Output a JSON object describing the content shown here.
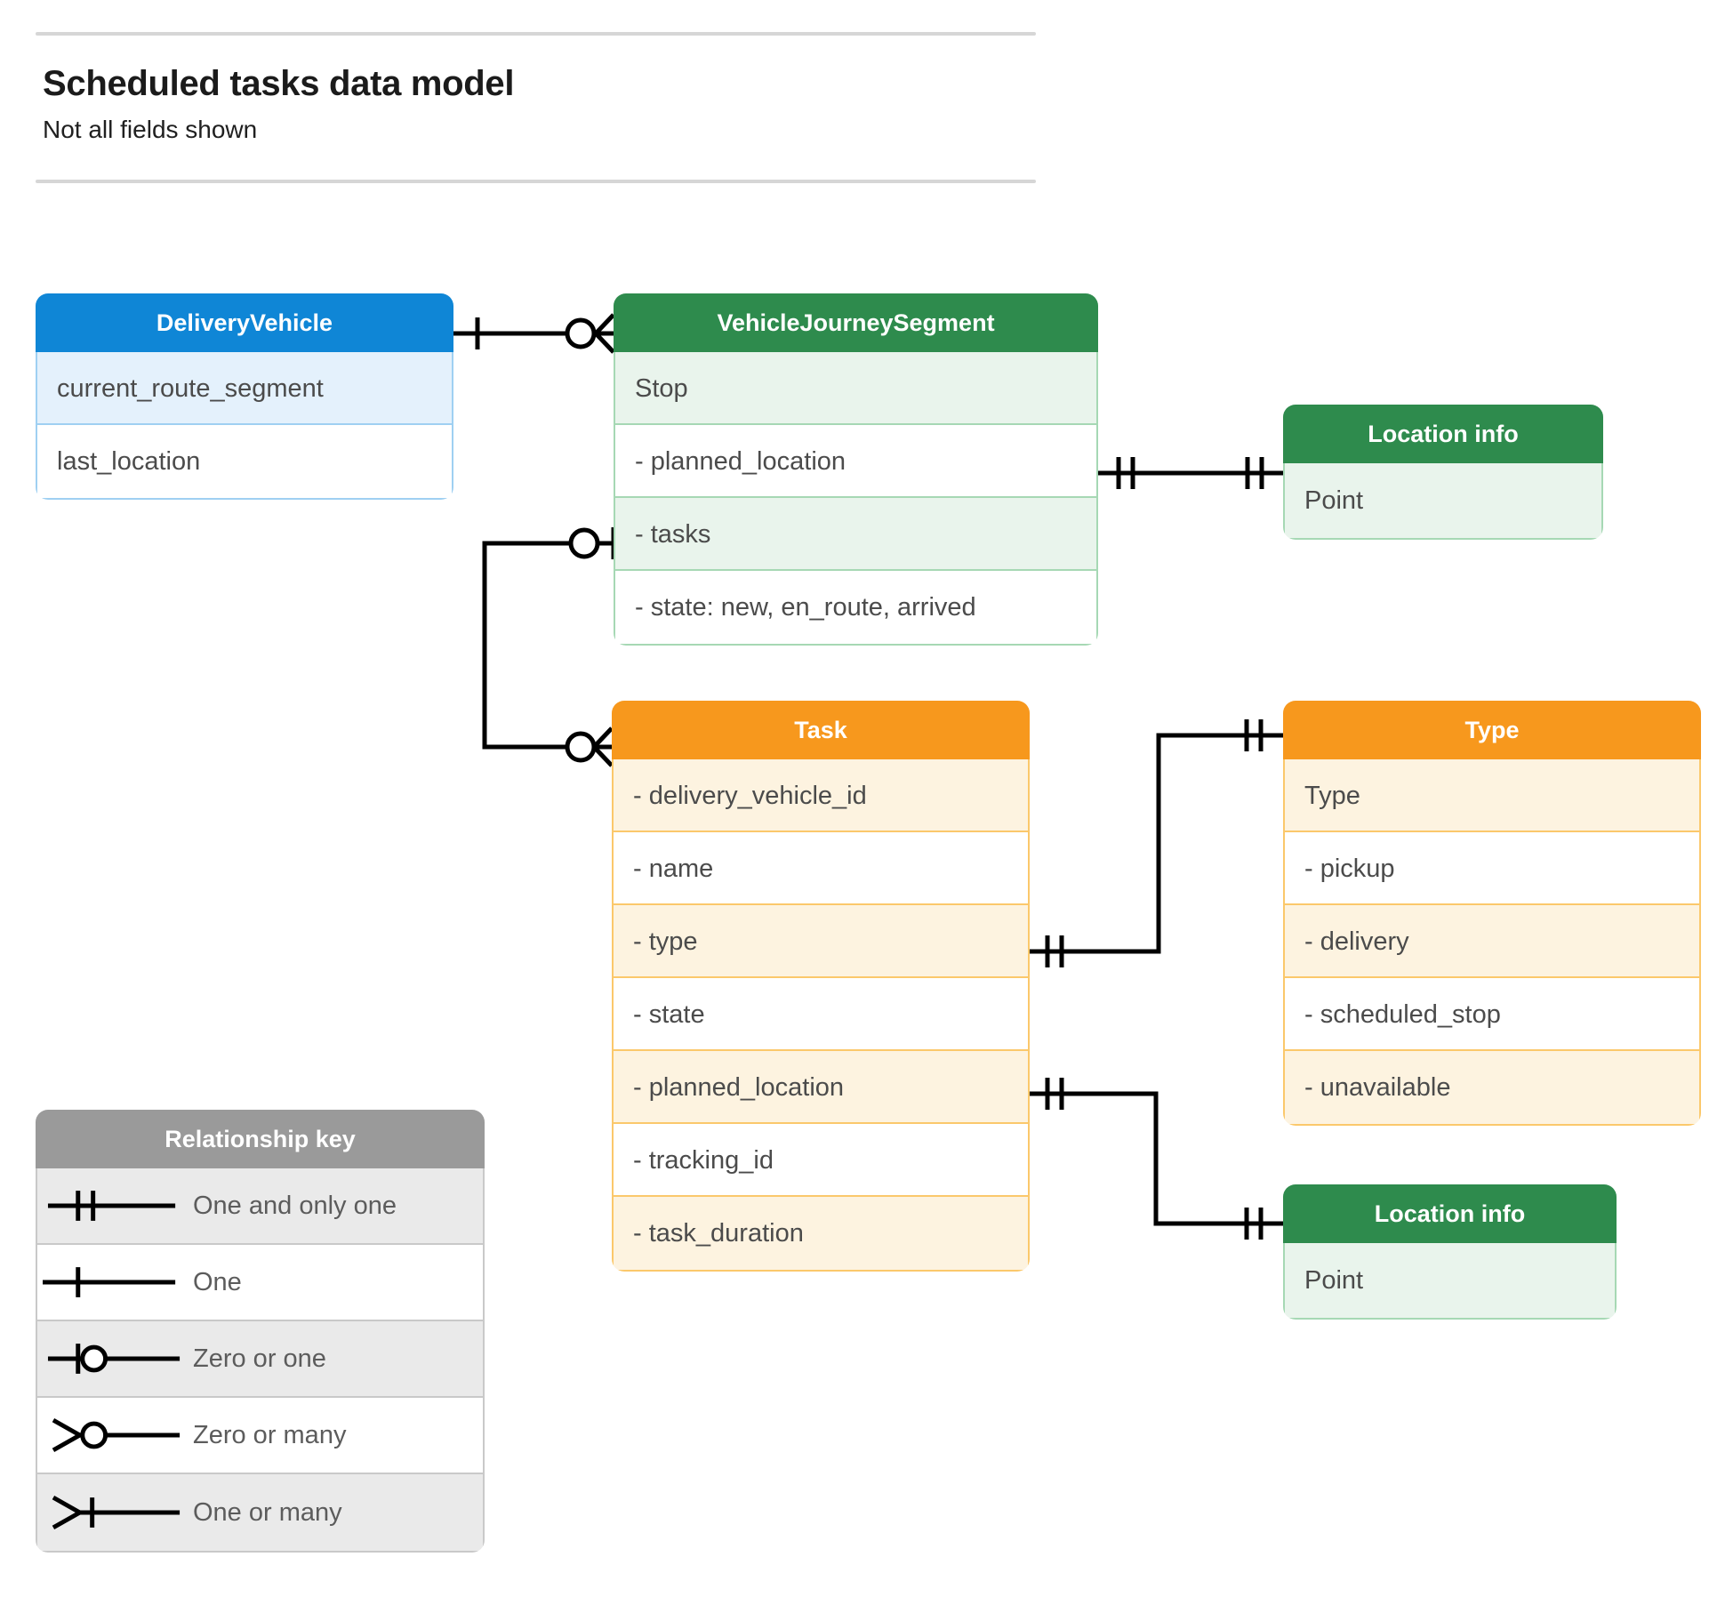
{
  "header": {
    "title": "Scheduled tasks data model",
    "subtitle": "Not all fields shown"
  },
  "entities": {
    "delivery_vehicle": {
      "name": "DeliveryVehicle",
      "color": "#0f86d6",
      "rows": [
        "current_route_segment",
        "last_location"
      ]
    },
    "vehicle_journey_segment": {
      "name": "VehicleJourneySegment",
      "color": "#2e8b4d",
      "rows": [
        "Stop",
        "-  planned_location",
        "- tasks",
        "- state: new, en_route, arrived"
      ]
    },
    "location_info_top": {
      "name": "Location info",
      "color": "#2e8b4d",
      "rows": [
        "Point"
      ]
    },
    "task": {
      "name": "Task",
      "color": "#f7981d",
      "rows": [
        "- delivery_vehicle_id",
        "- name",
        "- type",
        "- state",
        "- planned_location",
        "- tracking_id",
        "- task_duration"
      ]
    },
    "type": {
      "name": "Type",
      "color": "#f7981d",
      "rows": [
        "Type",
        "-   pickup",
        "-  delivery",
        "-  scheduled_stop",
        "-  unavailable"
      ]
    },
    "location_info_bottom": {
      "name": "Location info",
      "color": "#2e8b4d",
      "rows": [
        "Point"
      ]
    }
  },
  "legend": {
    "title": "Relationship key",
    "color": "#9a9a9a",
    "items": [
      {
        "symbol": "one-and-only-one",
        "label": "One and only one"
      },
      {
        "symbol": "one",
        "label": "One"
      },
      {
        "symbol": "zero-or-one",
        "label": "Zero or one"
      },
      {
        "symbol": "zero-or-many",
        "label": "Zero or many"
      },
      {
        "symbol": "one-or-many",
        "label": "One or many"
      }
    ]
  },
  "relationships": [
    {
      "from": "DeliveryVehicle",
      "from_card": "one",
      "to": "VehicleJourneySegment",
      "to_card": "zero-or-many"
    },
    {
      "from": "VehicleJourneySegment.planned_location",
      "from_card": "one-and-only-one",
      "to": "Location info",
      "to_card": "one-and-only-one"
    },
    {
      "from": "VehicleJourneySegment.tasks",
      "from_card": "zero-or-one",
      "to": "Task",
      "to_card": "zero-or-many"
    },
    {
      "from": "Task.type",
      "from_card": "one-and-only-one",
      "to": "Type",
      "to_card": "one-and-only-one"
    },
    {
      "from": "Task.planned_location",
      "from_card": "one-and-only-one",
      "to": "Location info",
      "to_card": "one-and-only-one"
    }
  ]
}
